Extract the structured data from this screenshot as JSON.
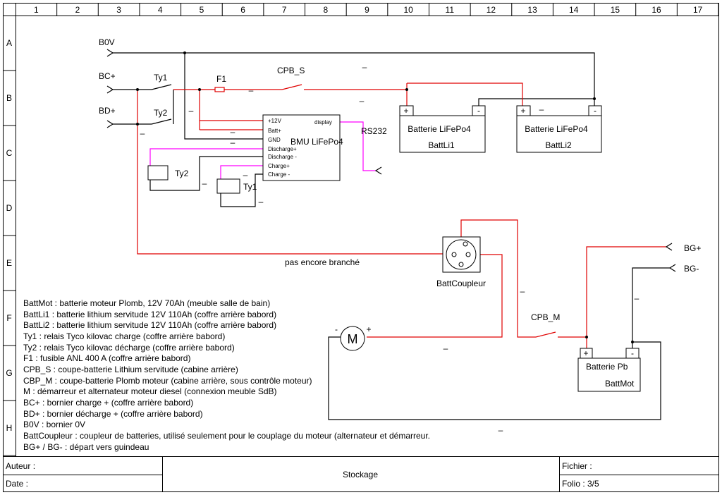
{
  "grid": {
    "columns": [
      "1",
      "2",
      "3",
      "4",
      "5",
      "6",
      "7",
      "8",
      "9",
      "10",
      "11",
      "12",
      "13",
      "14",
      "15",
      "16",
      "17"
    ],
    "rows": [
      "A",
      "B",
      "C",
      "D",
      "E",
      "F",
      "G",
      "H"
    ]
  },
  "terminals": {
    "b0v": "B0V",
    "bc_plus": "BC+",
    "bd_plus": "BD+",
    "bg_plus": "BG+",
    "bg_minus": "BG-",
    "rs232": "RS232"
  },
  "switches": {
    "ty1": "Ty1",
    "ty2": "Ty2",
    "cpb_s": "CPB_S",
    "cpb_m": "CPB_M"
  },
  "fuse": {
    "f1": "F1"
  },
  "relay_coils": {
    "ty1": "Ty1",
    "ty2": "Ty2"
  },
  "bmu": {
    "title": "BMU LiFePo4",
    "pins": {
      "p12v": "+12V",
      "batt_plus": "Batt+",
      "gnd": "GND",
      "discharge_plus": "Discharge+",
      "discharge_minus": "Discharge -",
      "charge_plus": "Charge+",
      "charge_minus": "Charge -",
      "display": "display"
    }
  },
  "batteries": [
    {
      "type": "Batterie LiFePo4",
      "name": "BattLi1",
      "plus": "+",
      "minus": "-"
    },
    {
      "type": "Batterie LiFePo4",
      "name": "BattLi2",
      "plus": "+",
      "minus": "-"
    }
  ],
  "battery_pb": {
    "type": "Batterie Pb",
    "name": "BattMot",
    "plus": "+",
    "minus": "-"
  },
  "coupler": {
    "name": "BattCoupleur"
  },
  "motor": {
    "symbol": "M",
    "plus": "+",
    "minus": "-"
  },
  "note_not_connected": "pas encore branché",
  "wire_mark": "–",
  "legend": [
    "BattMot : batterie moteur Plomb, 12V 70Ah (meuble salle de bain)",
    "BattLi1 : batterie lithium servitude 12V 110Ah (coffre arrière babord)",
    "BattLi2 : batterie lithium servitude 12V 110Ah (coffre arrière babord)",
    "Ty1 : relais Tyco kilovac charge (coffre arrière babord)",
    "Ty2 : relais Tyco kilovac décharge (coffre arrière babord)",
    "F1 : fusible ANL 400 A (coffre arrière babord)",
    "CPB_S : coupe-batterie Lithium servitude (cabine arrière)",
    "CBP_M : coupe-batterie Plomb moteur (cabine arrière, sous contrôle moteur)",
    "M : démarreur et alternateur moteur diesel (connexion meuble SdB)",
    "BC+ : bornier charge + (coffre arrière babord)",
    "BD+ : bornier décharge + (coffre arrière babord)",
    "B0V : bornier 0V",
    "BattCoupleur : coupleur de batteries, utilisé seulement pour le couplage du moteur (alternateur et démarreur.",
    "BG+ / BG- : départ vers guindeau"
  ],
  "title_block": {
    "author_label": "Auteur :",
    "date_label": "Date :",
    "title": "Stockage",
    "file_label": "Fichier :",
    "folio": "Folio : 3/5"
  },
  "colors": {
    "power_wire": "#e00000",
    "signal_wire": "#ff00ff",
    "ground_wire": "#000000"
  }
}
